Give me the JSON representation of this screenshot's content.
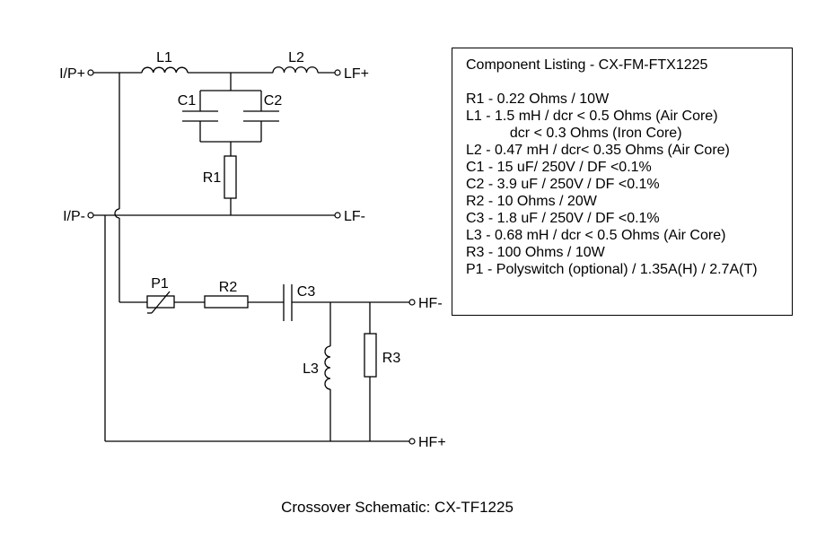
{
  "labels": {
    "ip_plus": "I/P+",
    "ip_minus": "I/P-",
    "lf_plus": "LF+",
    "lf_minus": "LF-",
    "hf_minus": "HF-",
    "hf_plus": "HF+",
    "l1": "L1",
    "l2": "L2",
    "l3": "L3",
    "c1": "C1",
    "c2": "C2",
    "c3": "C3",
    "r1": "R1",
    "r2": "R2",
    "r3": "R3",
    "p1": "P1"
  },
  "listing": {
    "title": "Component Listing - CX-FM-FTX1225",
    "lines": [
      "R1 - 0.22 Ohms / 10W",
      "L1 - 1.5 mH / dcr < 0.5 Ohms (Air Core)",
      "           dcr < 0.3 Ohms (Iron Core)",
      "L2 - 0.47 mH / dcr< 0.35 Ohms (Air Core)",
      "C1 - 15 uF/ 250V / DF <0.1%",
      "C2 - 3.9 uF / 250V / DF <0.1%",
      "R2 - 10 Ohms / 20W",
      "C3 - 1.8 uF / 250V / DF <0.1%",
      "L3 - 0.68 mH / dcr < 0.5 Ohms (Air Core)",
      "R3 - 100 Ohms / 10W",
      "P1 - Polyswitch (optional) / 1.35A(H) / 2.7A(T)"
    ]
  },
  "caption": "Crossover Schematic: CX-TF1225"
}
